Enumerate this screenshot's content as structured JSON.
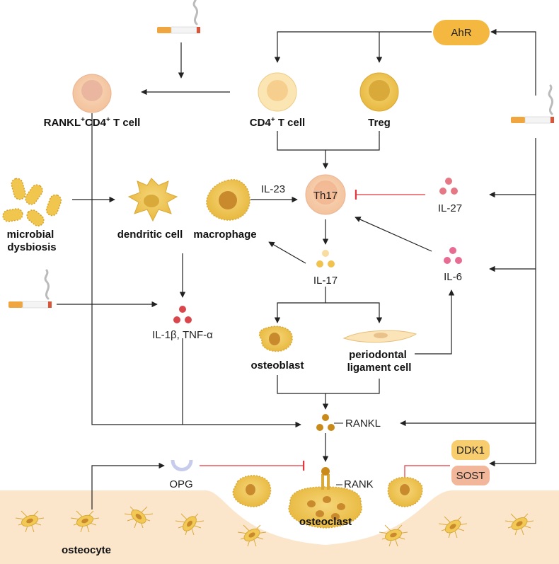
{
  "labels": {
    "ahr": "AhR",
    "rankl_cd4_prefix": "RANKL",
    "rankl_cd4_sup1": "+",
    "rankl_cd4_mid": "CD4",
    "rankl_cd4_sup2": "+",
    "rankl_cd4_suffix": " T cell",
    "cd4_prefix": "CD4",
    "cd4_sup": "+",
    "cd4_suffix": " T cell",
    "treg": "Treg",
    "th17": "Th17",
    "il23": "IL-23",
    "il27": "IL-27",
    "il6": "IL-6",
    "il17": "IL-17",
    "microbial_1": "microbial",
    "microbial_2": "dysbiosis",
    "dendritic": "dendritic cell",
    "macrophage": "macrophage",
    "il1b_tnf": "IL-1β, TNF-α",
    "osteoblast": "osteoblast",
    "pdl_1": "periodontal",
    "pdl_2": "ligament cell",
    "rankl": "RANKL",
    "opg": "OPG",
    "rank": "RANK",
    "osteoclast": "osteoclast",
    "ddk1": "DDK1",
    "sost": "SOST",
    "osteocyte": "osteocyte"
  },
  "colors": {
    "cell_yellow": "#f2c955",
    "cell_yellow_dark": "#d9a93a",
    "inhibit_red": "#e0383e",
    "ahr_fill": "#f4b740",
    "sost_fill": "#f2b79a",
    "bone": "#fbe6cc",
    "il6_pink": "#e86b93",
    "il27_pink": "#e57884",
    "il1_red": "#d9474d",
    "rankl_gold": "#c98a1a"
  },
  "icons": [
    "cigarette-icon",
    "bacteria-icon",
    "cell-icon",
    "dendritic-cell-icon",
    "macrophage-icon",
    "osteoblast-icon",
    "fibroblast-icon",
    "osteoclast-icon",
    "osteocyte-icon",
    "opg-icon",
    "rank-receptor-icon"
  ]
}
